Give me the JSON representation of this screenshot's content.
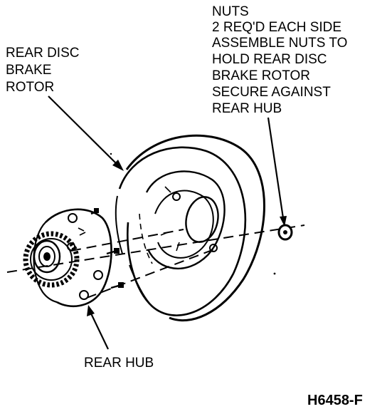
{
  "labels": {
    "rotor": [
      "REAR DISC",
      "BRAKE",
      "ROTOR"
    ],
    "nuts": [
      "NUTS",
      "2 REQ'D EACH SIDE",
      "ASSEMBLE NUTS TO",
      "HOLD REAR DISC",
      "BRAKE ROTOR",
      "SECURE AGAINST",
      "REAR HUB"
    ],
    "hub": "REAR HUB",
    "figure_id": "H6458-F"
  }
}
